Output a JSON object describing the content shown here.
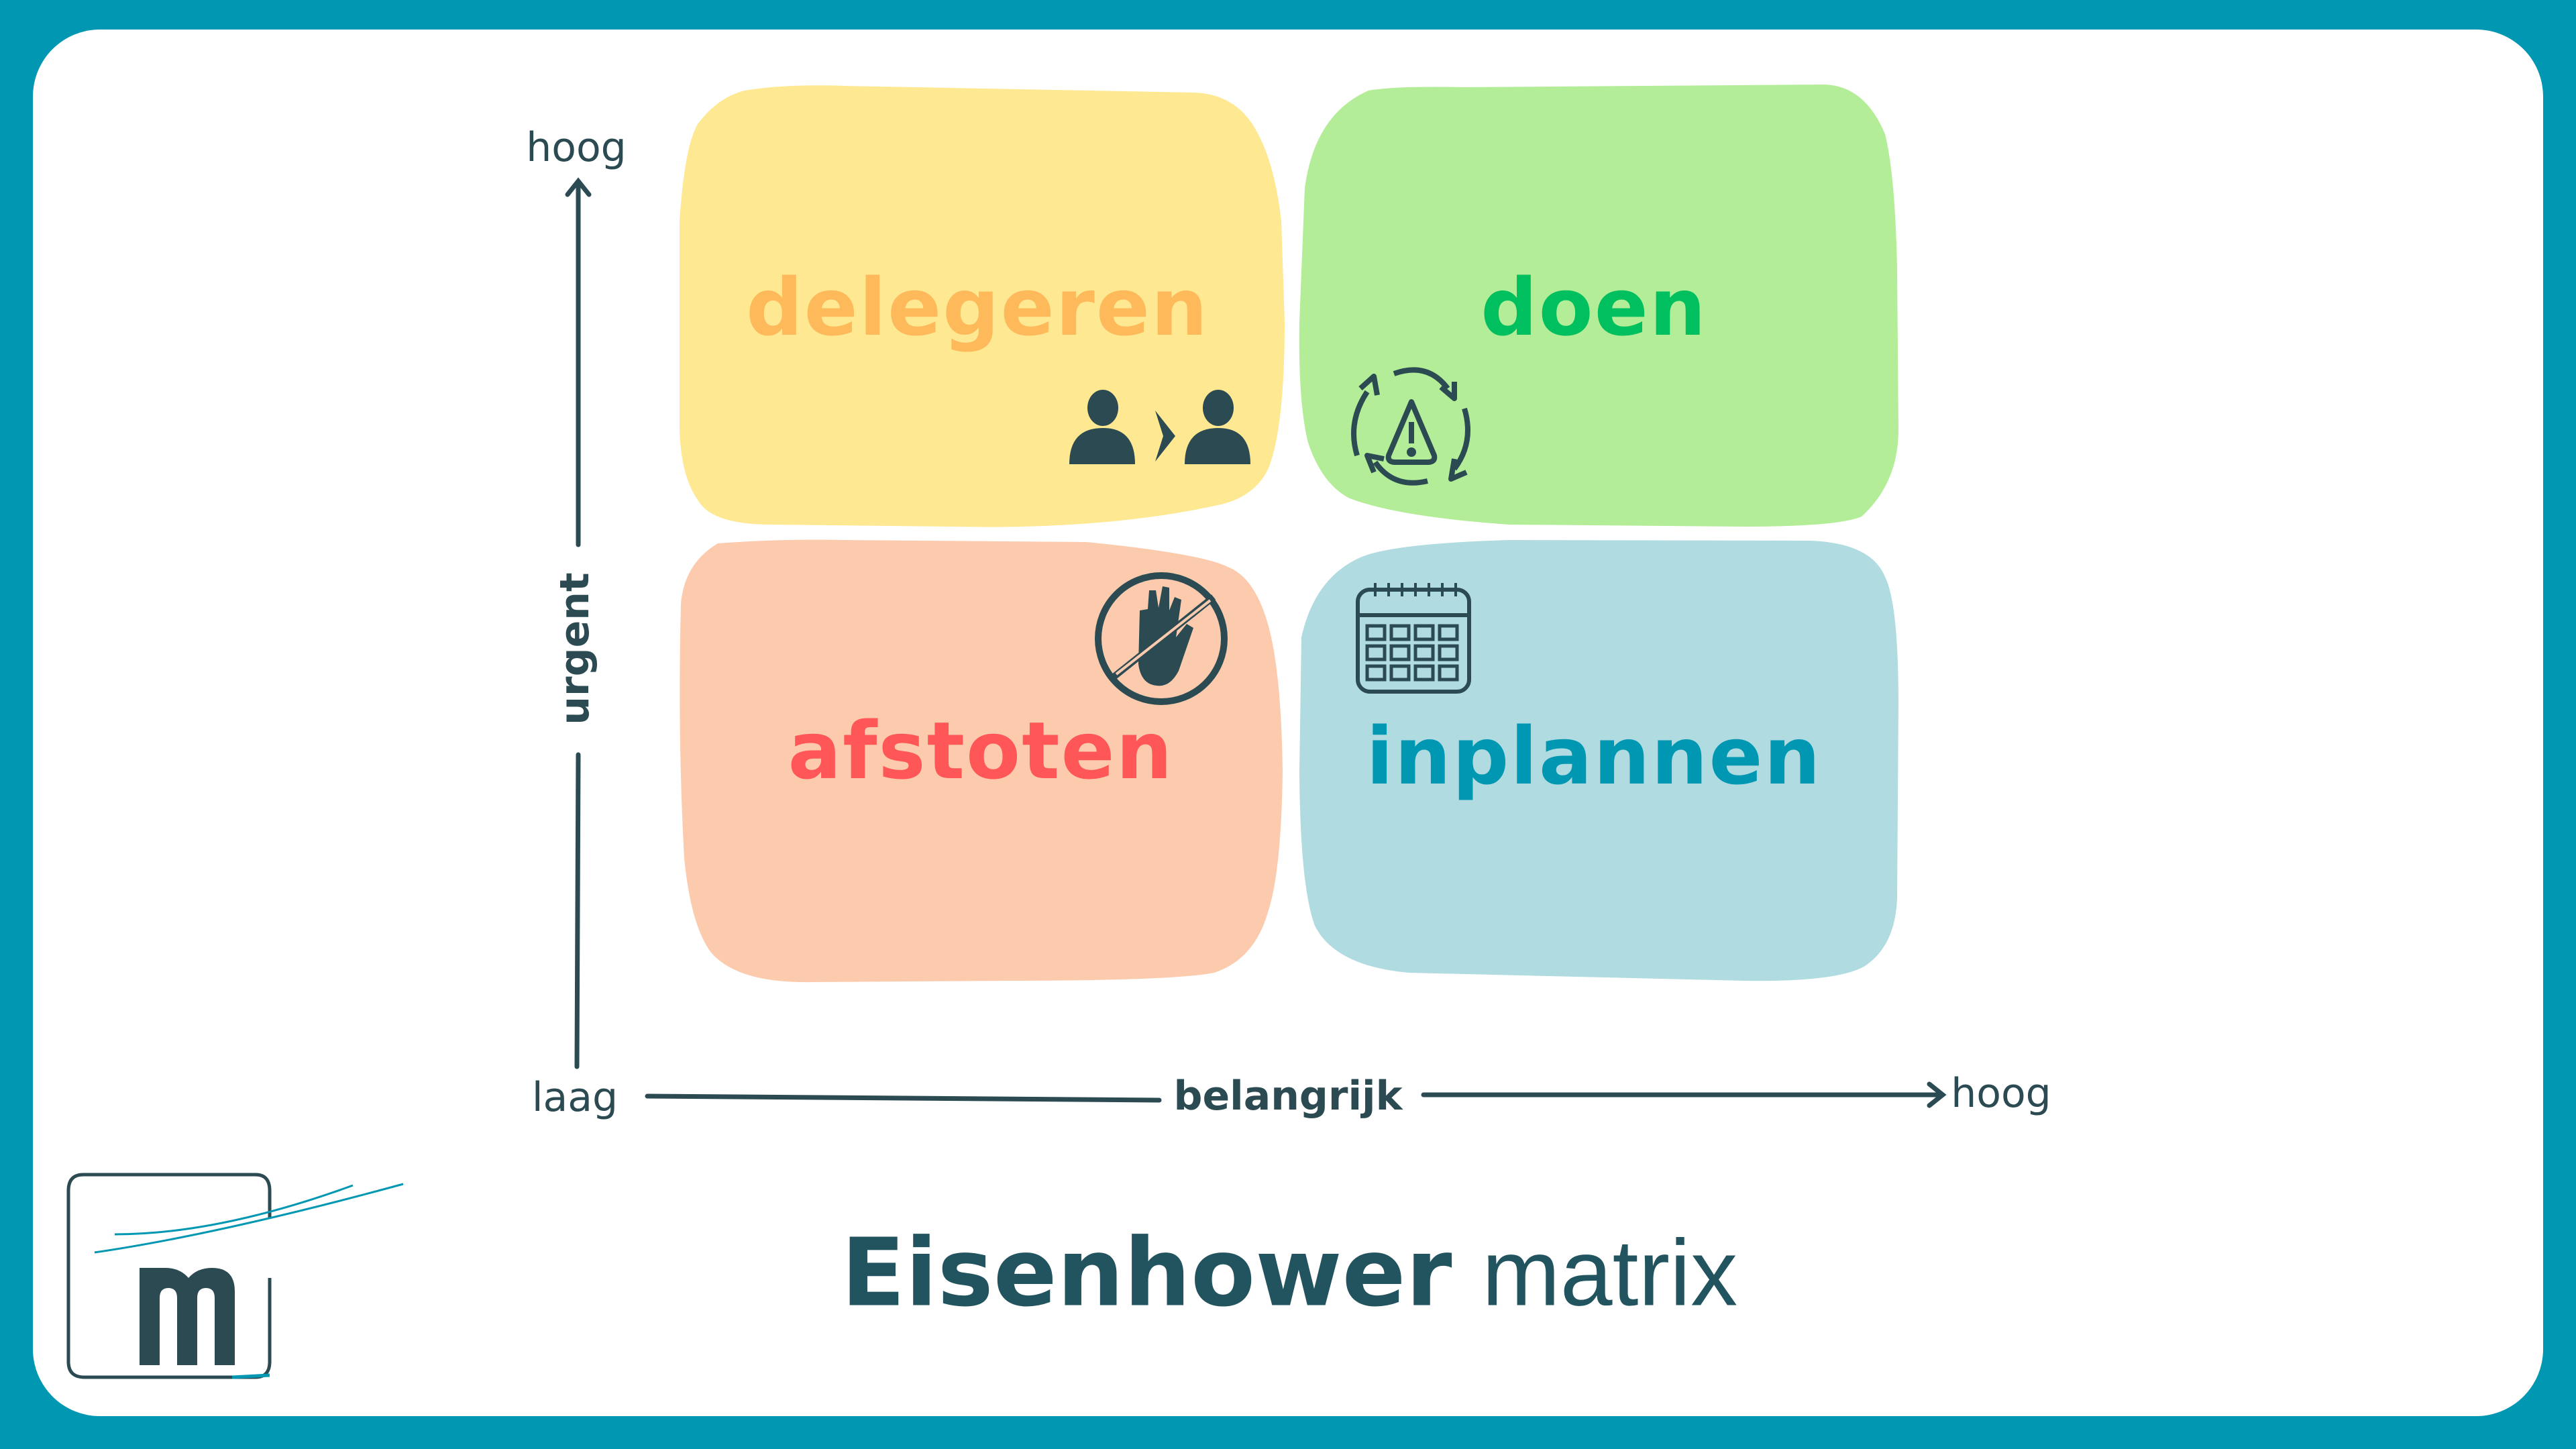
{
  "quadrants": {
    "delegeren": {
      "label": "delegeren",
      "color": "#fdb95a",
      "fill": "#fee891",
      "icon": "delegate-people-icon"
    },
    "doen": {
      "label": "doen",
      "color": "#00bf5f",
      "fill": "#b3ed97",
      "icon": "cycle-warning-icon"
    },
    "afstoten": {
      "label": "afstoten",
      "color": "#ff5757",
      "fill": "#fccbae",
      "icon": "stop-hand-icon"
    },
    "inplannen": {
      "label": "inplannen",
      "color": "#0097b2",
      "fill": "#b0dbe1",
      "icon": "calendar-icon"
    }
  },
  "axes": {
    "y_label": "urgent",
    "y_high": "hoog",
    "x_label": "belangrijk",
    "x_low": "laag",
    "x_high": "hoog"
  },
  "title": {
    "bold": "Eisenhower",
    "light": "matrix"
  },
  "colors": {
    "border": "#0097b2",
    "dark": "#2b4a52"
  }
}
